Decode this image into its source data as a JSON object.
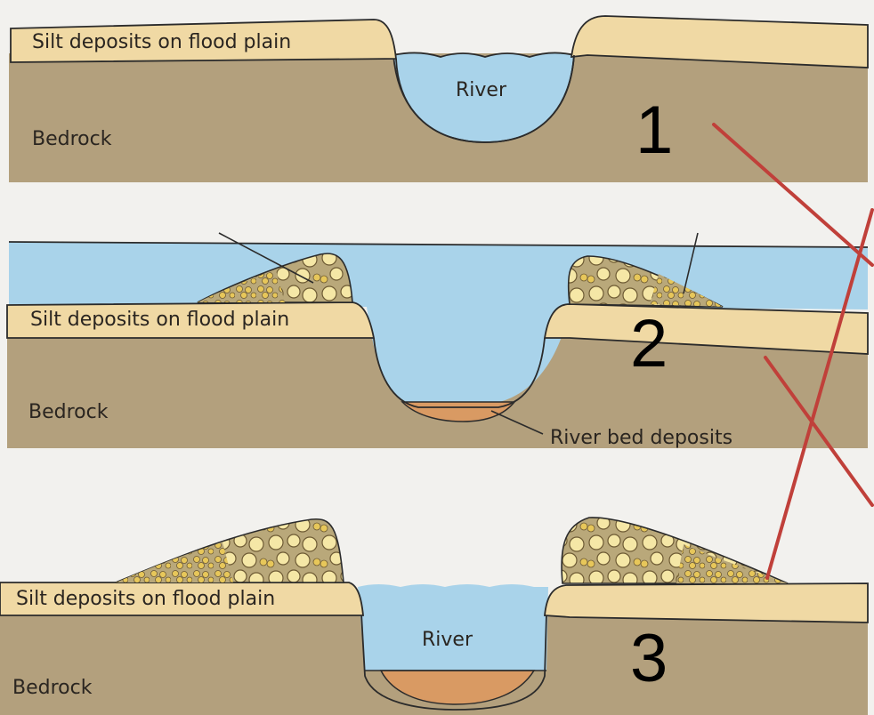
{
  "panels": [
    {
      "number": "1",
      "silt_label": "Silt deposits on flood plain",
      "river_label": "River",
      "bedrock_label": "Bedrock"
    },
    {
      "number": "2",
      "silt_label": "Silt deposits on flood plain",
      "bedrock_label": "Bedrock",
      "bed_deposits_label": "River bed deposits"
    },
    {
      "number": "3",
      "silt_label": "Silt deposits on flood plain",
      "river_label": "River",
      "bedrock_label": "Bedrock"
    }
  ],
  "colors": {
    "bedrock": "#b3a07d",
    "silt": "#f0d9a4",
    "water": "#a9d3ea",
    "bed_deposits": "#d99a63",
    "levee_matrix": "#b9a87a",
    "pebble_fill": "#f5e7a6",
    "pebble_small": "#e7c75a",
    "annotation_line": "#c0403a"
  }
}
